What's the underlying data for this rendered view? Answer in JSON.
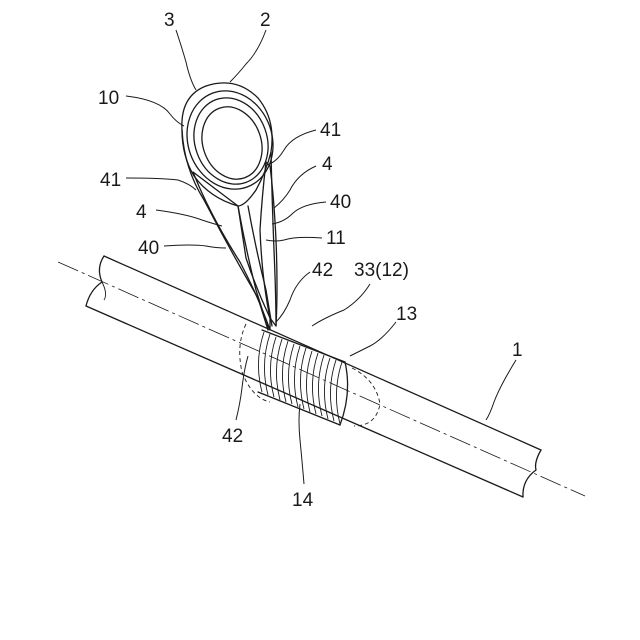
{
  "figure": {
    "labels": [
      {
        "id": "label-3",
        "text": "3"
      },
      {
        "id": "label-2",
        "text": "2"
      },
      {
        "id": "label-10",
        "text": "10"
      },
      {
        "id": "label-41-right",
        "text": "41"
      },
      {
        "id": "label-4-right",
        "text": "4"
      },
      {
        "id": "label-41-left",
        "text": "41"
      },
      {
        "id": "label-40-right",
        "text": "40"
      },
      {
        "id": "label-4-left",
        "text": "4"
      },
      {
        "id": "label-11",
        "text": "11"
      },
      {
        "id": "label-40-left",
        "text": "40"
      },
      {
        "id": "label-42-top",
        "text": "42"
      },
      {
        "id": "label-33-12",
        "text": "33(12)"
      },
      {
        "id": "label-13",
        "text": "13"
      },
      {
        "id": "label-1",
        "text": "1"
      },
      {
        "id": "label-42-bottom",
        "text": "42"
      },
      {
        "id": "label-14",
        "text": "14"
      }
    ]
  }
}
